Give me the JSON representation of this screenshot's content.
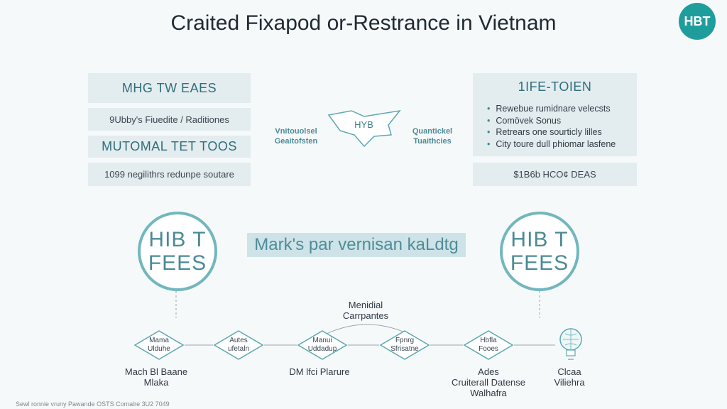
{
  "title": "Craited Fixapod or-Restrance in Vietnam",
  "logo": "HBT",
  "left": {
    "header1": "MHG TW EAES",
    "sub1": "9Ubby's Fiuedite / Raditiones",
    "header2": "MUTOMAL TET TOOS",
    "sub2": "1099 negilithrs redunpe soutare"
  },
  "right": {
    "header": "1IFE-TOIEN",
    "items": [
      "Rewebue rumidnare velecsts",
      "Comövek Sonus",
      "Retrears one sourticly lilles",
      "City toure dull phiomar lasfene"
    ],
    "sub": "$1B6b HCO¢ DEAS"
  },
  "center": {
    "map_label": "HYB",
    "left_label": [
      "Vnitouolsel",
      "Geaitofsten"
    ],
    "right_label": [
      "Quantickel",
      "Tuaithcies"
    ],
    "banner": "Mark's par vernisan kaLdtg"
  },
  "circles": {
    "left": [
      "HIB T",
      "FEES"
    ],
    "right": [
      "HIB T",
      "FEES"
    ]
  },
  "flow": {
    "top_label": [
      "Menidial",
      "Carrpantes"
    ],
    "nodes": [
      [
        "Mama",
        "Ulduhe"
      ],
      [
        "Autes",
        "ufetaln"
      ],
      [
        "Manui",
        "Uddadup"
      ],
      [
        "Fpnrg",
        "Sfrisatne"
      ],
      [
        "Hbfla",
        "Fooes"
      ]
    ],
    "captions": [
      [
        "Mach Bl Baane",
        "Mlaka"
      ],
      [
        "DM lfci Plarure"
      ],
      [
        "Ades",
        "Cruiterall Datense",
        "Walhafra"
      ],
      [
        "Clcaa",
        "Viliehra"
      ]
    ]
  },
  "footer": "Sewl ronnie vruny Pawande OSTS Comalre 3U2 7049"
}
